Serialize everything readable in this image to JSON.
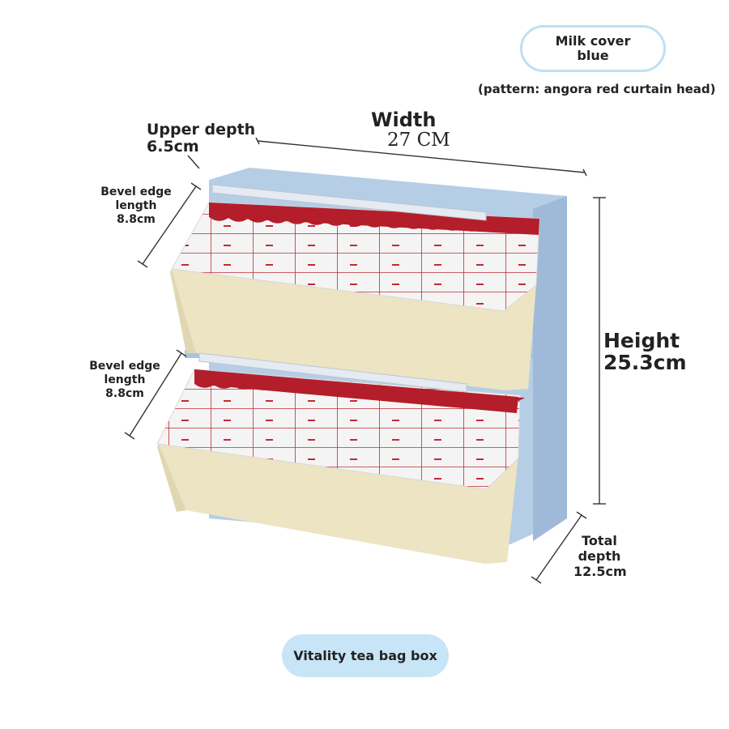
{
  "color_badge": {
    "line1": "Milk cover",
    "line2": "blue"
  },
  "pattern_note": "(pattern: angora red curtain head)",
  "dimensions": {
    "upper_depth_label": "Upper depth",
    "upper_depth_value": "6.5cm",
    "width_label": "Width",
    "width_value": "27 CM",
    "bevel_top": {
      "line1": "Bevel edge",
      "line2": "length",
      "line3": "8.8cm"
    },
    "bevel_bottom": {
      "line1": "Bevel edge",
      "line2": "length",
      "line3": "8.8cm"
    },
    "height_label": "Height",
    "height_value": "25.3cm",
    "total_depth": {
      "line1": "Total",
      "line2": "depth",
      "line3": "12.5cm"
    }
  },
  "product_name": "Vitality tea bag box",
  "colors": {
    "frame": "#a9c3df",
    "drawer": "#ece4c3",
    "lid": "#f3f3f3",
    "pattern_red": "#b41e2a",
    "badge_border": "#bfe0f3",
    "badge_fill": "#c7e5f7"
  }
}
